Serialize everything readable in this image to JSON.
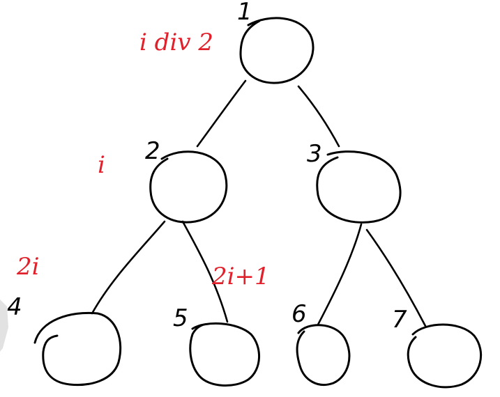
{
  "colors": {
    "ink": "#000000",
    "annotation": "#e0202a"
  },
  "nodes": [
    {
      "id": "1",
      "label": "1"
    },
    {
      "id": "2",
      "label": "2"
    },
    {
      "id": "3",
      "label": "3"
    },
    {
      "id": "4",
      "label": "4"
    },
    {
      "id": "5",
      "label": "5"
    },
    {
      "id": "6",
      "label": "6"
    },
    {
      "id": "7",
      "label": "7"
    }
  ],
  "edges": [
    {
      "from": "1",
      "to": "2"
    },
    {
      "from": "1",
      "to": "3"
    },
    {
      "from": "2",
      "to": "4"
    },
    {
      "from": "2",
      "to": "5"
    },
    {
      "from": "3",
      "to": "6"
    },
    {
      "from": "3",
      "to": "7"
    }
  ],
  "annotations": {
    "parent": "i div 2",
    "node": "i",
    "left_child": "2i",
    "right_child": "2i+1"
  }
}
